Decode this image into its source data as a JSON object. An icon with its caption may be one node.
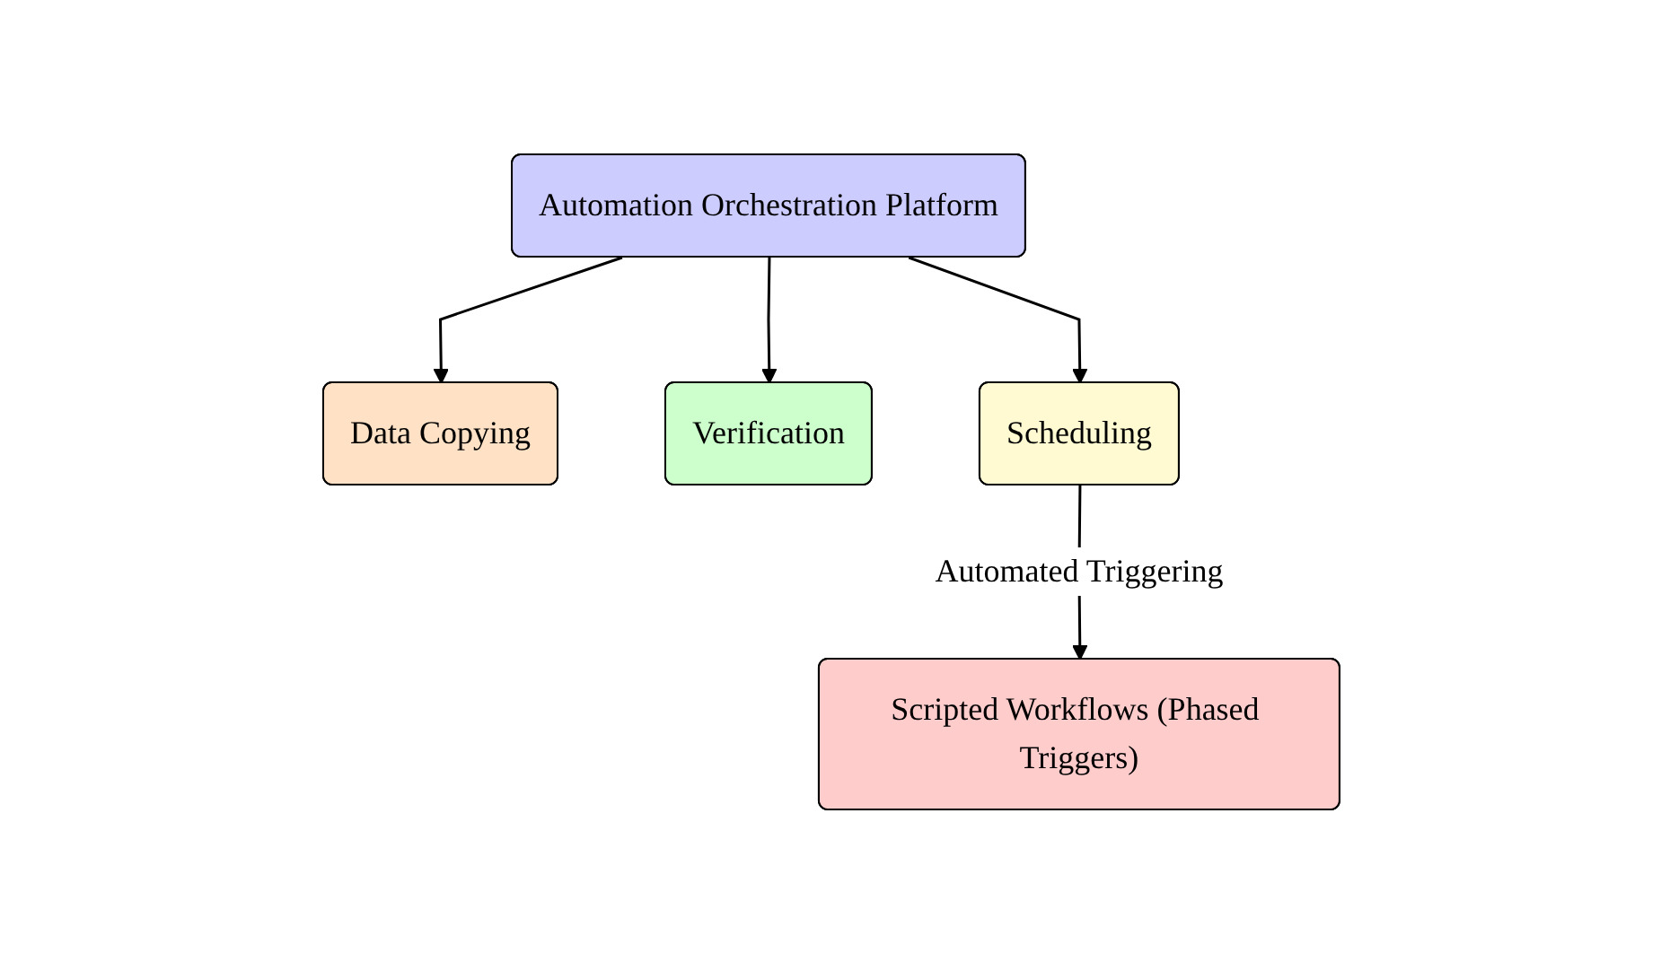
{
  "diagram": {
    "nodes": [
      {
        "text": [
          "Automation Orchestration Platform"
        ]
      },
      {
        "text": [
          "Data Copying"
        ]
      },
      {
        "text": [
          "Verification"
        ]
      },
      {
        "text": [
          "Scheduling"
        ]
      },
      {
        "text": [
          "Scripted Workflows (Phased Triggers)"
        ]
      }
    ],
    "edges": [
      {
        "from": 0,
        "to": 1,
        "arrow": "to"
      },
      {
        "from": 0,
        "to": 3,
        "arrow": "to"
      },
      {
        "from": 0,
        "to": 2,
        "arrow": "to"
      },
      {
        "from": 3,
        "to": 4,
        "arrow": "to",
        "label": "Automated Triggering"
      }
    ]
  }
}
